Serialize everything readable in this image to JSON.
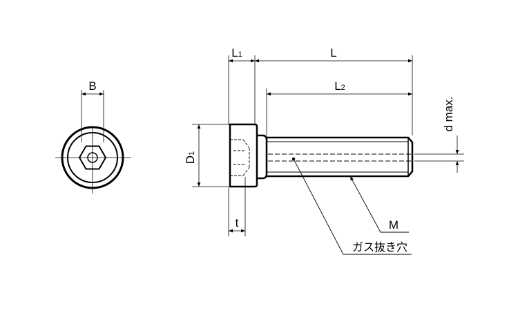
{
  "labels": {
    "b": "B",
    "l1_main": "L",
    "l1_sub": "1",
    "l": "L",
    "l2_main": "L",
    "l2_sub": "2",
    "d1_main": "D",
    "d1_sub": "1",
    "d_max": "d max.",
    "t": "t",
    "m": "M",
    "vent_hole": "ガス抜き穴"
  },
  "colors": {
    "line": "#000000",
    "background": "#ffffff"
  }
}
